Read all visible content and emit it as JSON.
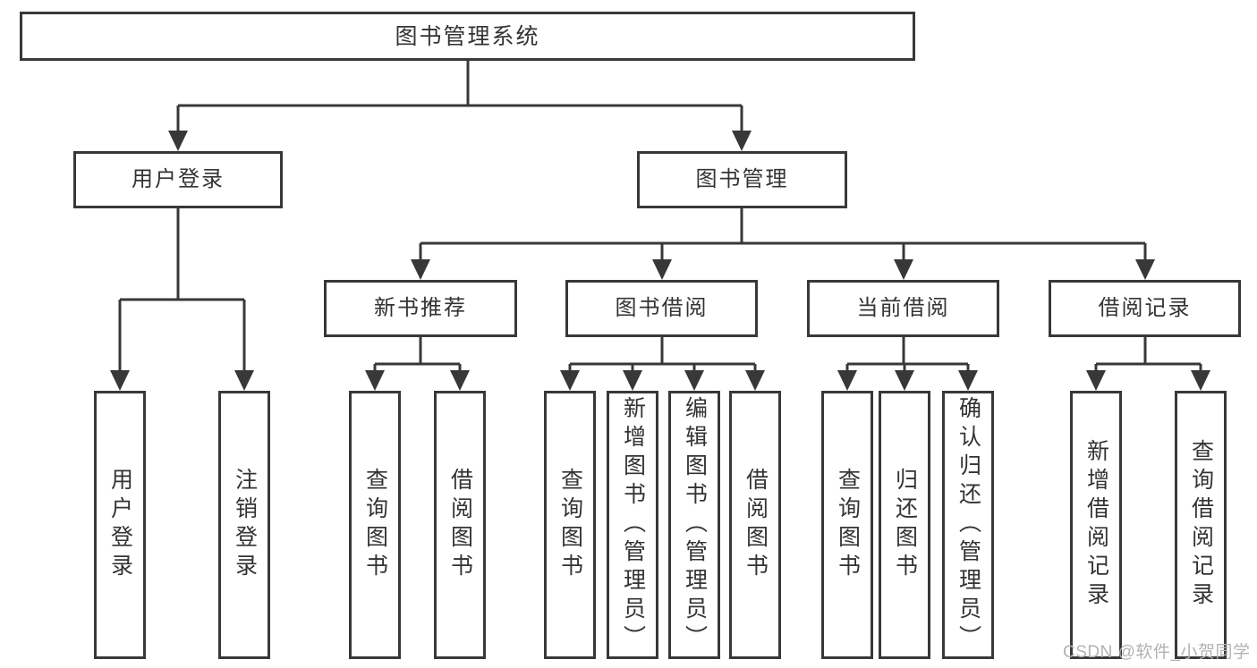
{
  "page": {
    "background": "#ffffff",
    "watermark": {
      "text": "CSDN @软件_小贺同学",
      "color": "#b2b2b2"
    }
  },
  "colors": {
    "line": "#383838",
    "box_border": "#383838",
    "box_fill": "#ffffff",
    "text": "#333333"
  },
  "tree": {
    "root": {
      "label": "图书管理系统",
      "children": [
        {
          "label": "用户登录",
          "children": [
            {
              "label": "用户登录"
            },
            {
              "label": "注销登录"
            }
          ]
        },
        {
          "label": "图书管理",
          "children": [
            {
              "label": "新书推荐",
              "children": [
                {
                  "label": "查询图书"
                },
                {
                  "label": "借阅图书"
                }
              ]
            },
            {
              "label": "图书借阅",
              "children": [
                {
                  "label": "查询图书"
                },
                {
                  "label": "新增图书（管理员）"
                },
                {
                  "label": "编辑图书（管理员）"
                },
                {
                  "label": "借阅图书"
                }
              ]
            },
            {
              "label": "当前借阅",
              "children": [
                {
                  "label": "查询图书"
                },
                {
                  "label": "归还图书"
                },
                {
                  "label": "确认归还（管理员）"
                }
              ]
            },
            {
              "label": "借阅记录",
              "children": [
                {
                  "label": "新增借阅记录"
                },
                {
                  "label": "查询借阅记录"
                }
              ]
            }
          ]
        }
      ]
    }
  }
}
